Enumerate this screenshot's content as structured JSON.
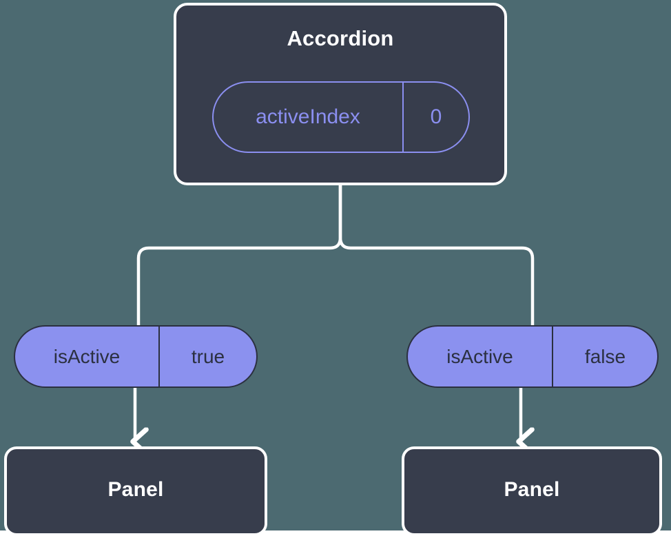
{
  "diagram": {
    "background_color": "#4c6a71",
    "box_fill_color": "#373d4c",
    "box_border_color": "#ffffff",
    "accent_color": "#8b91ef",
    "outline_accent_color": "#8b8ff0",
    "connector_color": "#ffffff",
    "root": {
      "title": "Accordion",
      "state": {
        "key": "activeIndex",
        "value": "0"
      }
    },
    "branches": [
      {
        "side": "left",
        "prop": {
          "key": "isActive",
          "value": "true"
        },
        "child": {
          "title": "Panel"
        }
      },
      {
        "side": "right",
        "prop": {
          "key": "isActive",
          "value": "false"
        },
        "child": {
          "title": "Panel"
        }
      }
    ]
  }
}
